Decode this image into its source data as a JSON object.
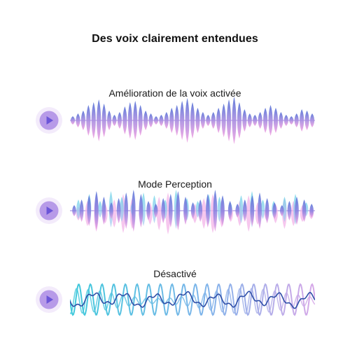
{
  "title": "Des voix clairement entendues",
  "rows": [
    {
      "label": "Amélioration de la voix activée",
      "mode": "enhanced",
      "colors": {
        "top": "#5470d6",
        "bottom": "#f0a2e2"
      }
    },
    {
      "label": "Mode Perception",
      "mode": "perception",
      "colors": {
        "top": "#5470d6",
        "bottom": "#f0a2e2",
        "accent": "#63d0e6"
      }
    },
    {
      "label": "Désactivé",
      "mode": "off",
      "colors": {
        "left": "#3ec9db",
        "right": "#d7a8e8",
        "line": "#2f4fa8"
      }
    }
  ],
  "play_button": {
    "icon": "play-icon",
    "ring_color": "#f3ebfb",
    "disc_color": "#b79ae8",
    "glyph_color": "#6b55d8"
  }
}
